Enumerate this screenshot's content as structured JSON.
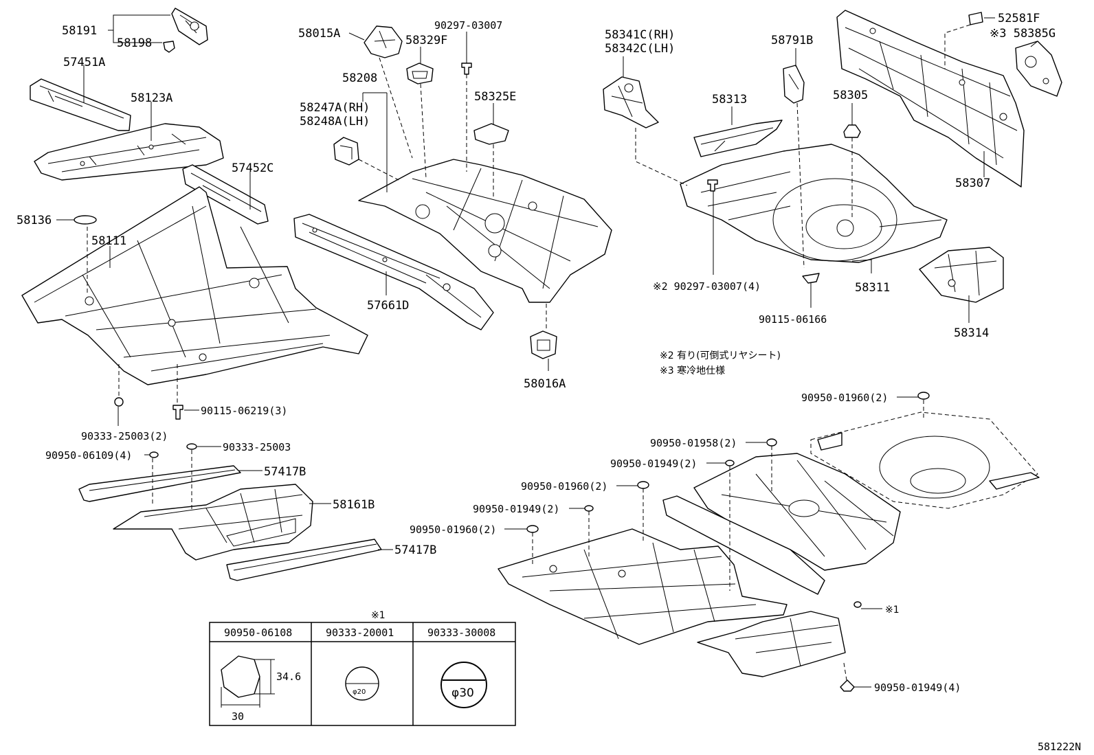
{
  "diagram_code": "581222N",
  "notes": [
    "※2 有り(可倒式リヤシート)",
    "※3 寒冷地仕様"
  ],
  "callouts": [
    {
      "id": "c58191",
      "text": "58191"
    },
    {
      "id": "c58198",
      "text": "58198"
    },
    {
      "id": "c57451A",
      "text": "57451A"
    },
    {
      "id": "c58123A",
      "text": "58123A"
    },
    {
      "id": "c57452C",
      "text": "57452C"
    },
    {
      "id": "c58136",
      "text": "58136"
    },
    {
      "id": "c58111",
      "text": "58111"
    },
    {
      "id": "c90333_25003_2",
      "text": "90333-25003(2)"
    },
    {
      "id": "c90115_06219_3",
      "text": "90115-06219(3)"
    },
    {
      "id": "c90950_06109_4",
      "text": "90950-06109(4)"
    },
    {
      "id": "c90333_25003",
      "text": "90333-25003"
    },
    {
      "id": "c57417B_a",
      "text": "57417B"
    },
    {
      "id": "c58161B",
      "text": "58161B"
    },
    {
      "id": "c57417B_b",
      "text": "57417B"
    },
    {
      "id": "c58015A",
      "text": "58015A"
    },
    {
      "id": "c58329F",
      "text": "58329F"
    },
    {
      "id": "c90297_03007",
      "text": "90297-03007"
    },
    {
      "id": "c58208",
      "text": "58208"
    },
    {
      "id": "c58247A",
      "text": "58247A(RH)"
    },
    {
      "id": "c58248A",
      "text": "58248A(LH)"
    },
    {
      "id": "c58325E",
      "text": "58325E"
    },
    {
      "id": "c57661D",
      "text": "57661D"
    },
    {
      "id": "c58016A",
      "text": "58016A"
    },
    {
      "id": "c58341C",
      "text": "58341C(RH)"
    },
    {
      "id": "c58342C",
      "text": "58342C(LH)"
    },
    {
      "id": "c58791B",
      "text": "58791B"
    },
    {
      "id": "c58313",
      "text": "58313"
    },
    {
      "id": "c58305",
      "text": "58305"
    },
    {
      "id": "c52581F",
      "text": "52581F"
    },
    {
      "id": "c58385G",
      "text": "※3 58385G"
    },
    {
      "id": "c58307",
      "text": "58307"
    },
    {
      "id": "c90297_03007_4",
      "text": "※2 90297-03007(4)"
    },
    {
      "id": "c58311",
      "text": "58311"
    },
    {
      "id": "c90115_06166",
      "text": "90115-06166"
    },
    {
      "id": "c58314",
      "text": "58314"
    },
    {
      "id": "c90950_01960_2a",
      "text": "90950-01960(2)"
    },
    {
      "id": "c90950_01958_2",
      "text": "90950-01958(2)"
    },
    {
      "id": "c90950_01949_2a",
      "text": "90950-01949(2)"
    },
    {
      "id": "c90950_01960_2b",
      "text": "90950-01960(2)"
    },
    {
      "id": "c90950_01949_2b",
      "text": "90950-01949(2)"
    },
    {
      "id": "c90950_01960_2c",
      "text": "90950-01960(2)"
    },
    {
      "id": "c_mark1",
      "text": "※1"
    },
    {
      "id": "c90950_01949_4",
      "text": "90950-01949(4)"
    }
  ],
  "plug_table": {
    "note_above_col2": "※1",
    "headers": [
      "90950-06108",
      "90333-20001",
      "90333-30008"
    ],
    "hex_height": "34.6",
    "hex_width": "30",
    "dia_small": "φ20",
    "dia_large": "φ30"
  }
}
